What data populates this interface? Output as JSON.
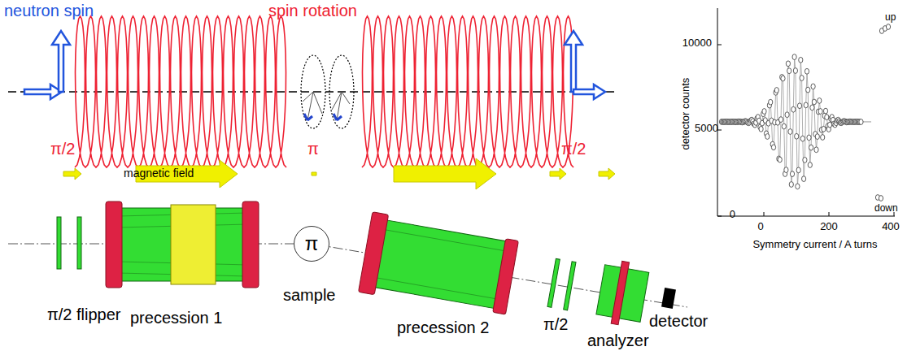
{
  "diagram": {
    "nodes": [
      {
        "text": [
          "π"
        ]
      }
    ],
    "labels": [
      "neutron spin",
      "spin rotation",
      "π/2",
      "π",
      "π/2",
      "magnetic field",
      "π/2 flipper",
      "precession 1",
      "sample",
      "precession 2",
      "π/2",
      "analyzer",
      "detector",
      "10000",
      "5000",
      "0",
      "detector counts",
      "0",
      "200",
      "400",
      "Symmetry current / A turns",
      "up",
      "down"
    ]
  }
}
